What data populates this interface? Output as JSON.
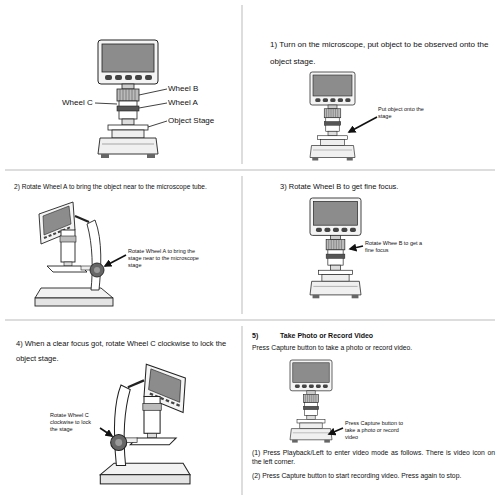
{
  "diagram": {
    "labels": [
      "Wheel B",
      "Wheel C",
      "Wheel A",
      "Object Stage",
      "1) Turn on the microscope, put object to be observed onto the object stage.",
      "Put object onto the stage",
      "2) Rotate Wheel A to bring the object near to the microscope tube.",
      "Rotate Wheel A to bring the stage near to the microscope stage",
      "3) Rotate Wheel B to get fine focus.",
      "Rotate Whee B to get a fine focus",
      "4) When a clear focus got, rotate Wheel C clockwise to lock the object stage.",
      "Rotate Wheel C clockwise to lock the stage",
      "5)",
      "Take Photo or Record Video",
      "Press Capture button to take a photo or record video.",
      "Press Capture button to take a photo or record video",
      "(1) Press Playback/Left to enter video mode as follows. There is video icon on the left corner.",
      "(2) Press Capture button to start recording video. Press again to stop."
    ]
  }
}
